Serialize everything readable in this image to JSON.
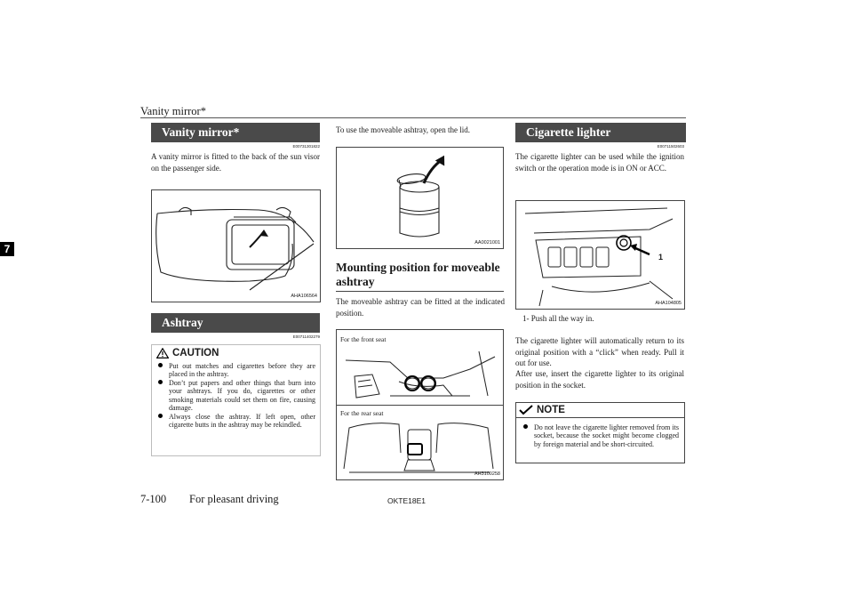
{
  "header": {
    "running_title": "Vanity mirror*",
    "chapter_tab": "7"
  },
  "left_column": {
    "vanity": {
      "title": "Vanity mirror*",
      "code": "E00731301822",
      "body": "A vanity mirror is fitted to the back of the sun visor on the passenger side.",
      "figure_id": "AHA106564"
    },
    "ashtray": {
      "title": "Ashtray",
      "code": "E00711402279",
      "caution_label": "CAUTION",
      "caution_items": [
        "Put out matches and cigarettes before they are placed in the ashtray.",
        "Don’t put papers and other things that burn into your ashtrays. If you do, cigarettes or other smoking materials could set them on fire, causing damage.",
        "Always close the ashtray. If left open, other cigarette butts in the ashtray may be rekindled."
      ]
    }
  },
  "middle_column": {
    "intro": "To use the moveable ashtray, open the lid.",
    "figure_id": "AA0021001",
    "mounting_title": "Mounting position for moveable ashtray",
    "mounting_body": "The moveable ashtray can be fitted at the indicated position.",
    "front_seat_caption": "For the front seat",
    "rear_seat_caption": "For the rear seat",
    "figure2_id": "AH3100258"
  },
  "right_column": {
    "title": "Cigarette lighter",
    "code": "E00711502603",
    "body": "The cigarette lighter can be used while the ignition switch or the operation mode is in ON or ACC.",
    "figure_id": "AHA104805",
    "callout_number": "1",
    "step_label": "1- Push all the way in.",
    "return_text": "The cigarette lighter will automatically return to its original position with a “click” when ready. Pull it out for use.",
    "after_text": "After use, insert the cigarette lighter to its original position in the socket.",
    "note_label": "NOTE",
    "note_items": [
      "Do not leave the cigarette lighter removed from its socket, because the socket might become clogged by foreign material and be short-circuited."
    ]
  },
  "footer": {
    "page_number": "7-100",
    "section": "For pleasant driving",
    "doc_code": "OKTE18E1"
  },
  "colors": {
    "section_bar": "#4a4a4a",
    "text": "#1a1a1a"
  },
  "icons": {
    "caution": "warning-triangle-icon",
    "note": "note-checkmark-icon",
    "bullet": "bullet-dot-icon"
  }
}
